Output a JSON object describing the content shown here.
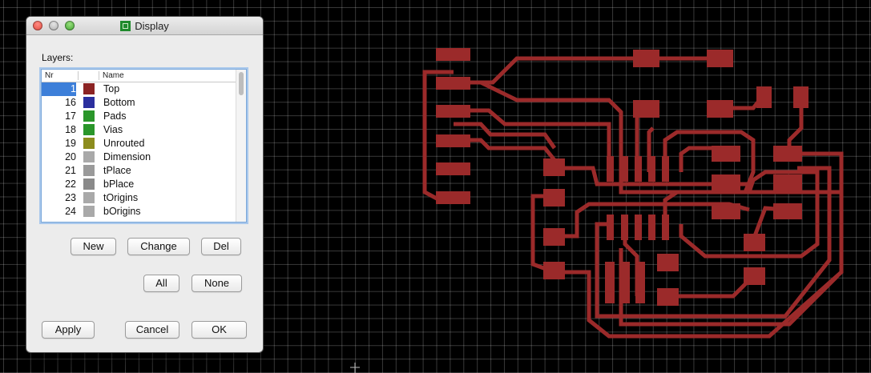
{
  "window": {
    "title": "Display",
    "icon": "eagle-app-icon"
  },
  "layers_label": "Layers:",
  "columns": {
    "nr": "Nr",
    "name": "Name"
  },
  "layers": [
    {
      "nr": "1",
      "name": "Top",
      "color": "#8b2323",
      "selected": true
    },
    {
      "nr": "16",
      "name": "Bottom",
      "color": "#2b2f9e"
    },
    {
      "nr": "17",
      "name": "Pads",
      "color": "#2a962a"
    },
    {
      "nr": "18",
      "name": "Vias",
      "color": "#2a962a"
    },
    {
      "nr": "19",
      "name": "Unrouted",
      "color": "#8c8c1e"
    },
    {
      "nr": "20",
      "name": "Dimension",
      "color": "#a9a9a9"
    },
    {
      "nr": "21",
      "name": "tPlace",
      "color": "#9a9a9a"
    },
    {
      "nr": "22",
      "name": "bPlace",
      "color": "#8a8a8a"
    },
    {
      "nr": "23",
      "name": "tOrigins",
      "color": "#a9a9a9"
    },
    {
      "nr": "24",
      "name": "bOrigins",
      "color": "#a9a9a9"
    }
  ],
  "buttons": {
    "new": "New",
    "change": "Change",
    "del": "Del",
    "all": "All",
    "none": "None",
    "apply": "Apply",
    "cancel": "Cancel",
    "ok": "OK"
  },
  "colors": {
    "trace": "#9b2a2a",
    "background": "#000000",
    "selection": "#3d7fd9"
  }
}
